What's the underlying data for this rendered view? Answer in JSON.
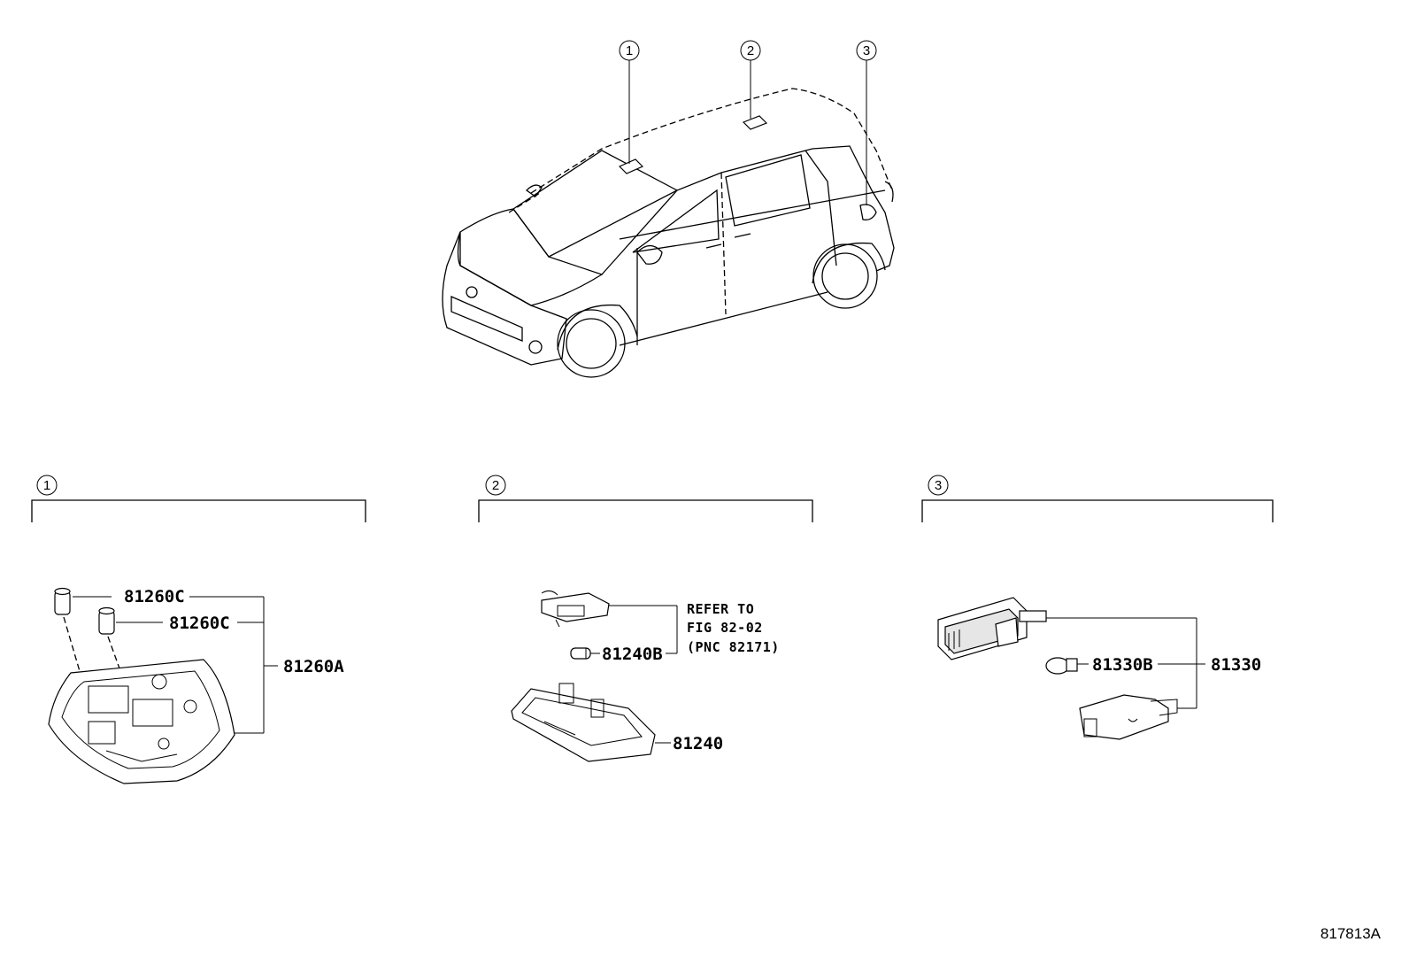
{
  "callouts": {
    "c1": "1",
    "c2": "2",
    "c3": "3"
  },
  "group1": {
    "number": "1",
    "parts": {
      "bulb_a": "81260C",
      "bulb_b": "81260C",
      "assembly": "81260A"
    }
  },
  "group2": {
    "number": "2",
    "parts": {
      "bulb": "81240B",
      "assembly": "81240"
    },
    "reference": {
      "line1": "REFER TO",
      "line2": "FIG 82-02",
      "line3": "(PNC 82171)"
    }
  },
  "group3": {
    "number": "3",
    "parts": {
      "bulb": "81330B",
      "assembly": "81330"
    }
  },
  "illustration_code": "817813A"
}
